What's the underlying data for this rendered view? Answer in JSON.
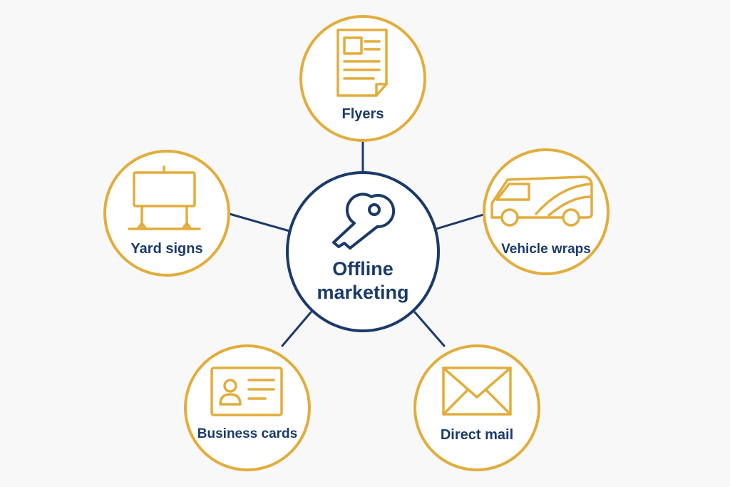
{
  "colors": {
    "background": "#f8f8f8",
    "center_stroke": "#1b3a6b",
    "node_stroke": "#e2ad3c",
    "icon_navy": "#1b3a6b",
    "icon_gold": "#e2ad3c",
    "label_text": "#1b3a6b"
  },
  "center": {
    "label_line1": "Offline",
    "label_line2": "marketing",
    "icon": "key-icon"
  },
  "nodes": [
    {
      "id": "flyers",
      "label": "Flyers",
      "icon": "flyer-icon"
    },
    {
      "id": "vehicle-wraps",
      "label": "Vehicle wraps",
      "icon": "van-icon"
    },
    {
      "id": "direct-mail",
      "label": "Direct mail",
      "icon": "envelope-icon"
    },
    {
      "id": "business-cards",
      "label": "Business cards",
      "icon": "business-card-icon"
    },
    {
      "id": "yard-signs",
      "label": "Yard signs",
      "icon": "yard-sign-icon"
    }
  ]
}
